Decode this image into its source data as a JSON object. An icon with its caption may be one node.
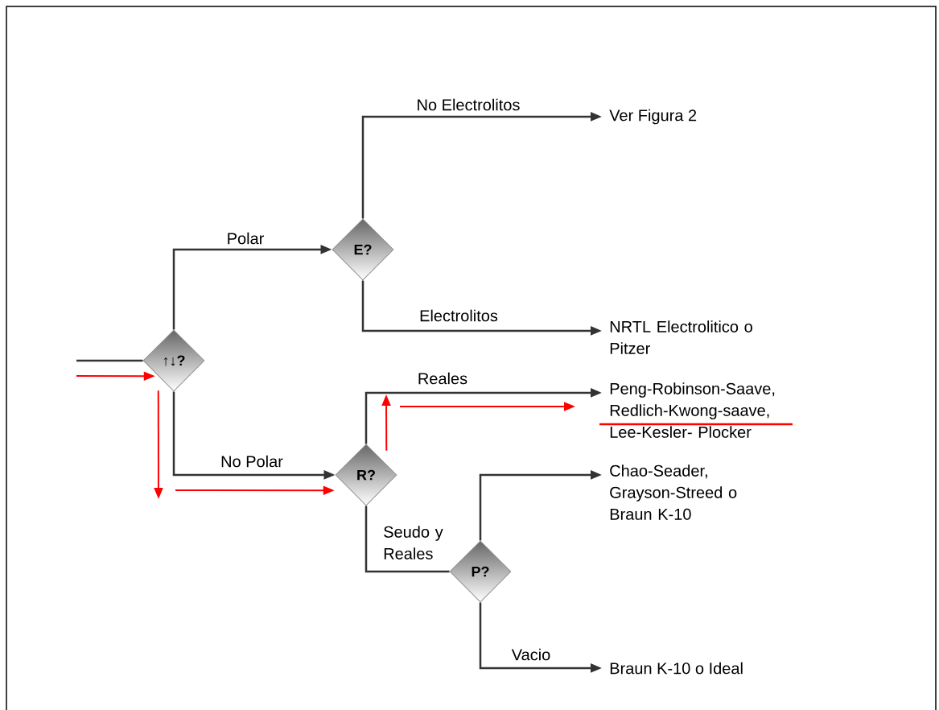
{
  "diagram": {
    "nodes": [
      {
        "text": [
          "↑↓?"
        ]
      },
      {
        "text": [
          "E?"
        ]
      },
      {
        "text": [
          "R?"
        ]
      },
      {
        "text": [
          "P?"
        ]
      },
      {
        "text": [
          "Ver Figura 2"
        ]
      },
      {
        "text": [
          "NRTL Electrolitico o Pitzer"
        ]
      },
      {
        "text": [
          "Peng-Robinson-Saave, Redlich-Kwong-saave, Lee-Kesler- Plocker"
        ]
      },
      {
        "text": [
          "Chao-Seader, Grayson-Streed o Braun K-10"
        ]
      },
      {
        "text": [
          "Braun K-10 o Ideal"
        ]
      }
    ],
    "edges": [
      {
        "from": null,
        "to": 0,
        "arrow": "none"
      },
      {
        "from": 0,
        "to": 1,
        "arrow": "to",
        "label": "Polar"
      },
      {
        "from": 1,
        "to": 4,
        "arrow": "to",
        "label": "No Electrolitos"
      },
      {
        "from": 1,
        "to": 5,
        "arrow": "to",
        "label": "Electrolitos"
      },
      {
        "from": 0,
        "to": 2,
        "arrow": "to",
        "label": "No Polar"
      },
      {
        "from": 2,
        "to": 6,
        "arrow": "to",
        "label": "Reales"
      },
      {
        "from": 2,
        "to": 3,
        "arrow": "none",
        "label": "Seudo y Reales"
      },
      {
        "from": 3,
        "to": 7,
        "arrow": "to"
      },
      {
        "from": 3,
        "to": 8,
        "arrow": "to",
        "label": "Vacio"
      },
      {
        "from": null,
        "to": 0,
        "arrow": "to",
        "color": "#ff0000"
      },
      {
        "from": 0,
        "to": null,
        "arrow": "to",
        "color": "#ff0000"
      },
      {
        "from": null,
        "to": 2,
        "arrow": "to",
        "color": "#ff0000"
      },
      {
        "from": 2,
        "to": null,
        "arrow": "to",
        "color": "#ff0000"
      },
      {
        "from": null,
        "to": 6,
        "arrow": "to",
        "color": "#ff0000"
      }
    ]
  }
}
